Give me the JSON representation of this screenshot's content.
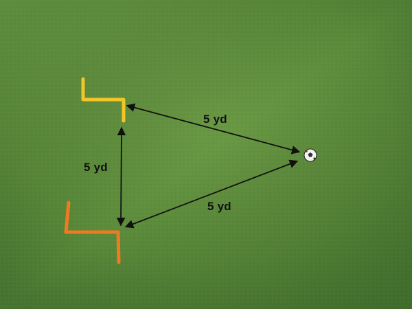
{
  "labels": {
    "top": "5 yd",
    "left": "5 yd",
    "bottom": "5 yd"
  },
  "colors": {
    "turf": "#5a8a3a",
    "yellow_marker": "#f2c62a",
    "orange_marker": "#f07a22",
    "arrow": "#111111"
  },
  "objects": {
    "marker_top": "yellow-pole-marker",
    "marker_bottom": "orange-pole-marker",
    "ball": "soccer-ball"
  }
}
